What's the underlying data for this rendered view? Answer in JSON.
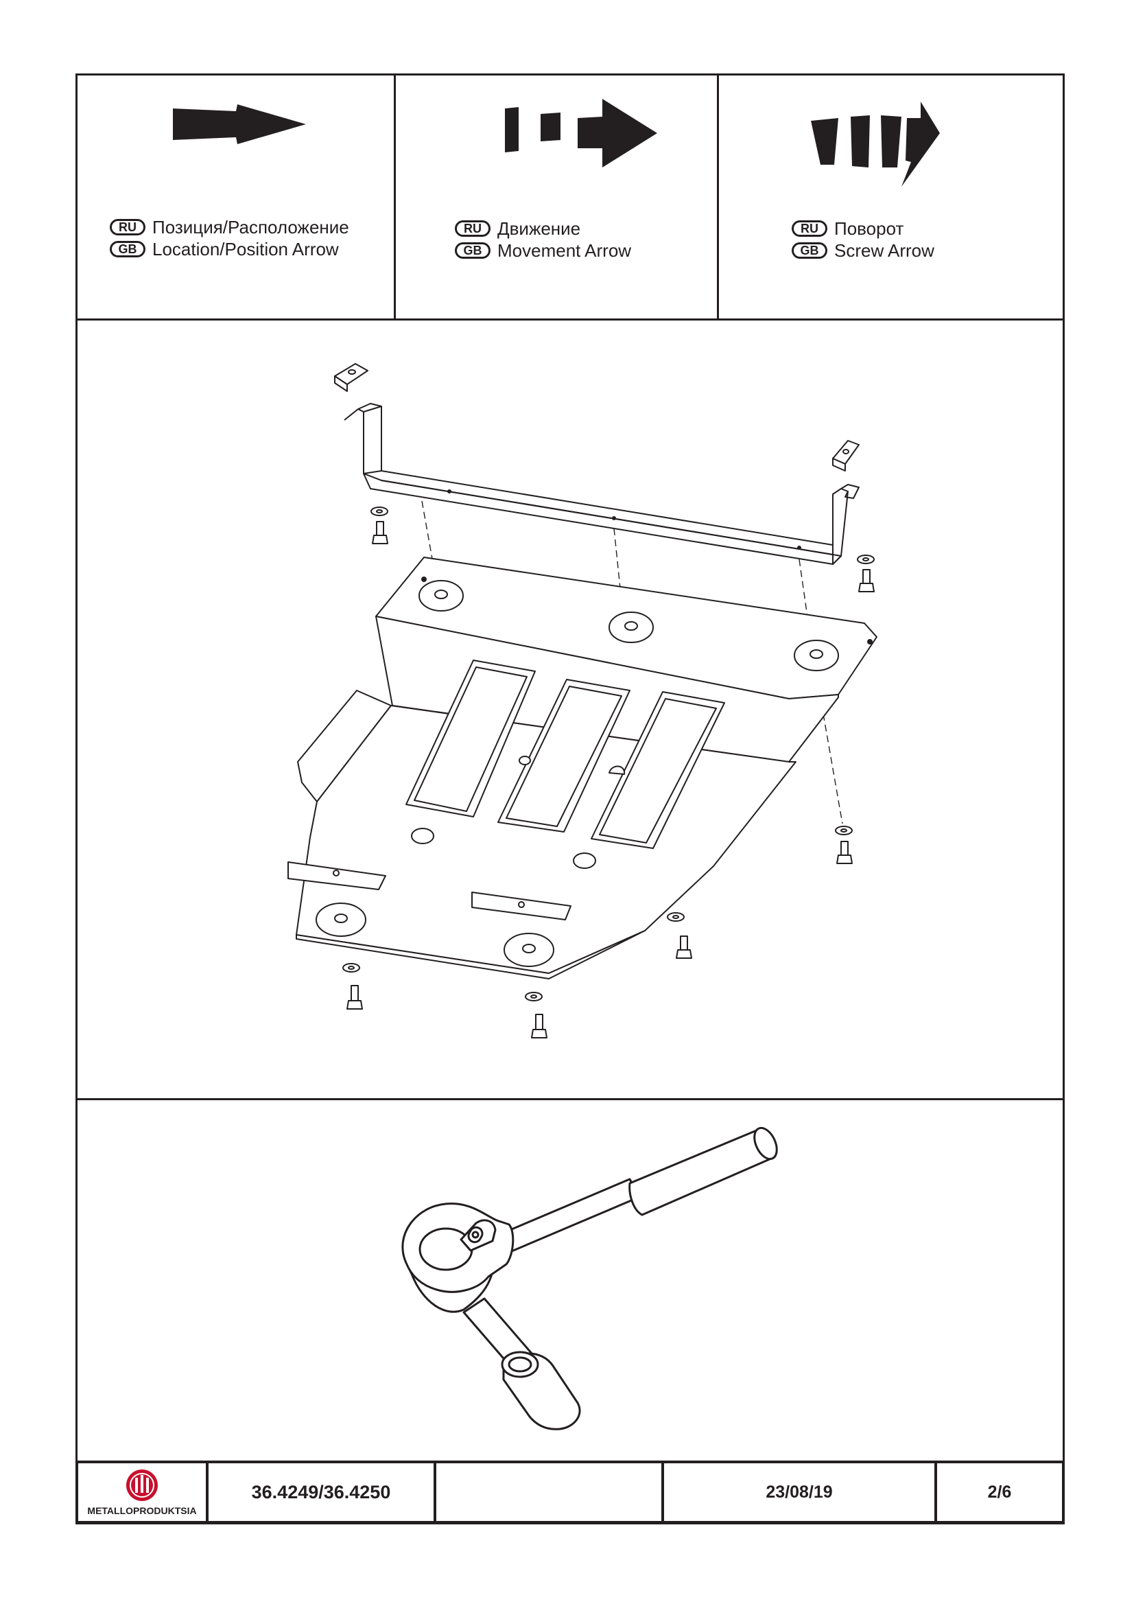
{
  "legend": [
    {
      "ru_badge": "RU",
      "ru_text": "Позиция/Расположение",
      "gb_badge": "GB",
      "gb_text": "Location/Position Arrow",
      "icon": "location-arrow-icon"
    },
    {
      "ru_badge": "RU",
      "ru_text": "Движение",
      "gb_badge": "GB",
      "gb_text": "Movement Arrow",
      "icon": "movement-arrow-icon"
    },
    {
      "ru_badge": "RU",
      "ru_text": "Поворот",
      "gb_badge": "GB",
      "gb_text": "Screw Arrow",
      "icon": "screw-arrow-icon"
    }
  ],
  "illustrations": {
    "assembly": "skid-plate-assembly-drawing",
    "tool": "ratchet-wrench-icon"
  },
  "footer": {
    "logo_text": "METALLOPRODUKTSIA",
    "part_number": "36.4249/36.4250",
    "empty_cell": "",
    "date": "23/08/19",
    "page": "2/6"
  },
  "colors": {
    "ink": "#231f20",
    "logo_red": "#c8102e"
  }
}
